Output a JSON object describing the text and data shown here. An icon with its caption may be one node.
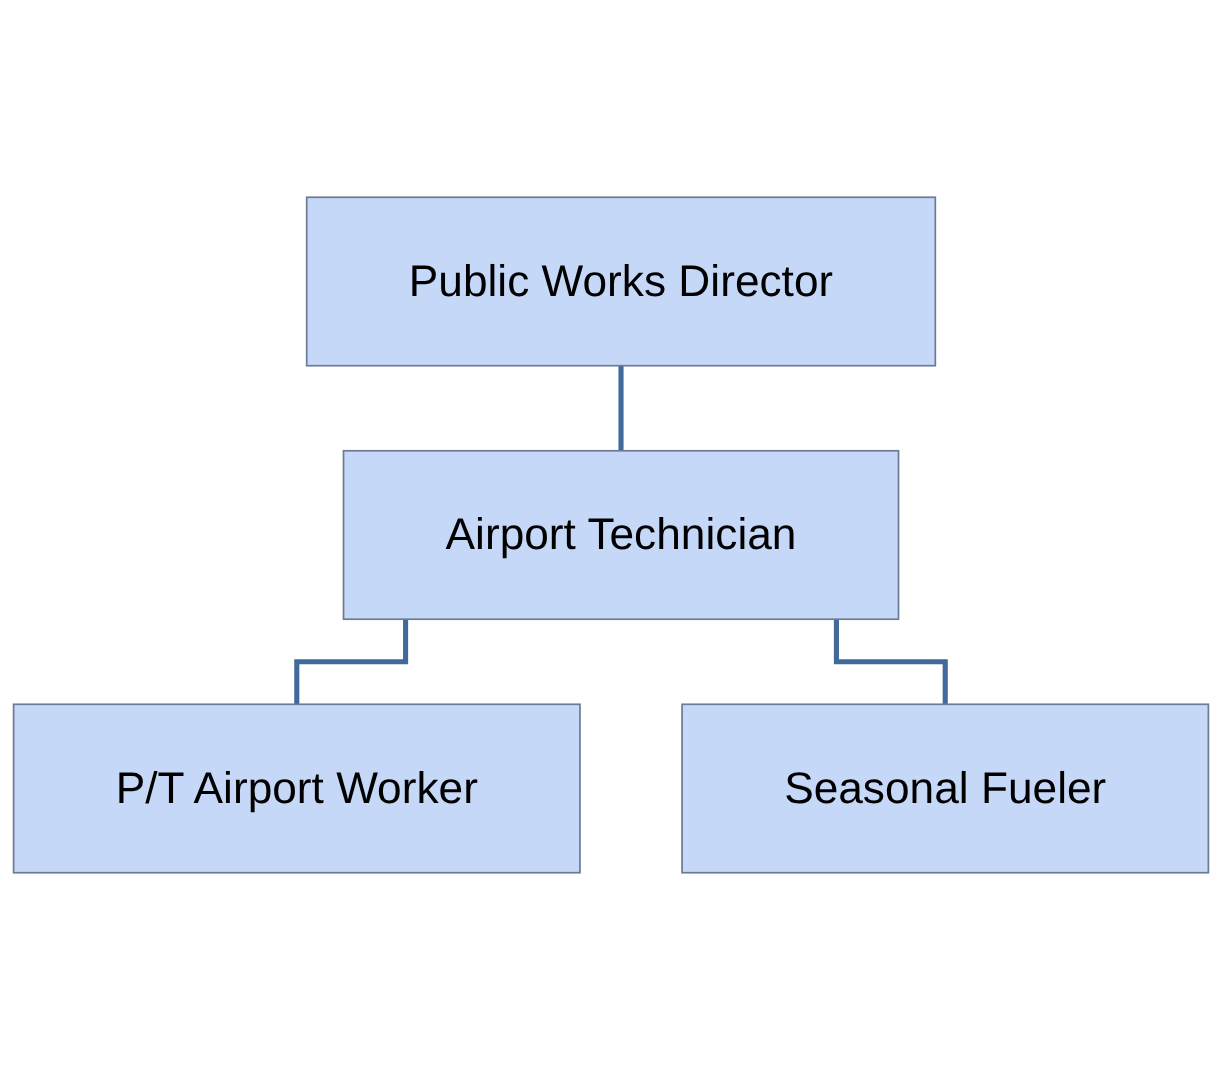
{
  "diagram": {
    "nodes": [
      {
        "text": [
          "Public Works Director"
        ]
      },
      {
        "text": [
          "Airport Technician"
        ]
      },
      {
        "text": [
          "P/T Airport Worker"
        ]
      },
      {
        "text": [
          "Seasonal Fueler"
        ]
      }
    ],
    "edges": [
      {
        "from": 0,
        "to": 1,
        "arrow": "none"
      },
      {
        "from": 1,
        "to": 2,
        "arrow": "none"
      },
      {
        "from": 1,
        "to": 3,
        "arrow": "none"
      }
    ]
  }
}
